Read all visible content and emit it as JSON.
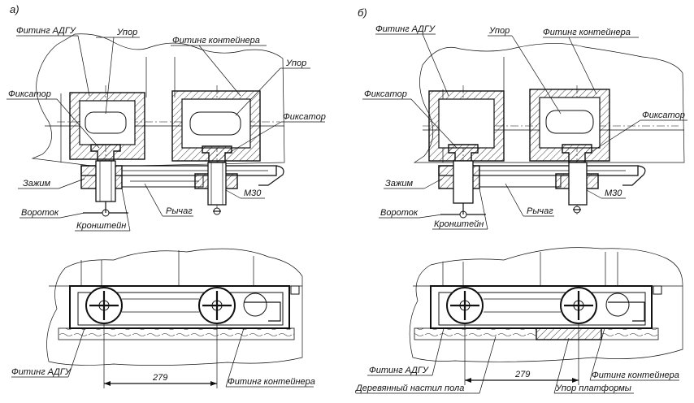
{
  "panels": {
    "a": {
      "letter": "а)",
      "labels": {
        "fitting_adgu_top": "Фитинг АДГУ",
        "upor_left": "Упор",
        "fitting_container_top": "Фитинг контейнера",
        "upor_right": "Упор",
        "fiksator_left": "Фиксатор",
        "fiksator_right": "Фиксатор",
        "zazhim": "Зажим",
        "vorotok": "Вороток",
        "kronshtein": "Кронштейн",
        "rychag": "Рычаг",
        "m30": "М30",
        "fitting_adgu_bottom": "Фитинг АДГУ",
        "fitting_container_bottom": "Фитинг контейнера",
        "dimension": "279"
      }
    },
    "b": {
      "letter": "б)",
      "labels": {
        "fitting_adgu_top": "Фитинг АДГУ",
        "upor": "Упор",
        "fitting_container_top": "Фитинг контейнера",
        "fiksator_left": "Фиксатор",
        "fiksator_right": "Фиксатор",
        "zazhim": "Зажим",
        "vorotok": "Вороток",
        "kronshtein": "Кронштейн",
        "rychag": "Рычаг",
        "m30": "М30",
        "fitting_adgu_bottom": "Фитинг АДГУ",
        "wooden_floor": "Деревянный настил пола",
        "dimension": "279",
        "fitting_container_bottom": "Фитинг контейнера",
        "platform_stop": "Упор платформы"
      }
    }
  }
}
